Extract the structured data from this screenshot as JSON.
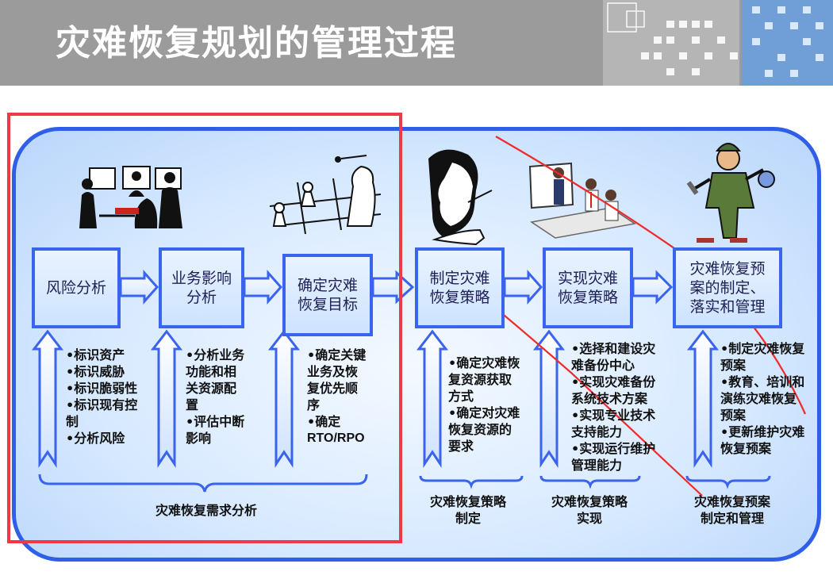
{
  "title": "灾难恢复规划的管理过程",
  "steps": [
    {
      "label": "风险分析"
    },
    {
      "label": "业务影响\n分析"
    },
    {
      "label": "确定灾难\n恢复目标"
    },
    {
      "label": "制定灾难\n恢复策略"
    },
    {
      "label": "实现灾难\n恢复策略"
    },
    {
      "label": "灾难恢复预\n案的制定、\n落实和管理"
    }
  ],
  "bullets": [
    {
      "items": [
        "•标识资产",
        "•标识威胁",
        "•标识脆弱性",
        "•标识现有控",
        "制",
        "•分析风险"
      ]
    },
    {
      "items": [
        "•分析业务",
        "功能和相",
        "关资源配",
        "置",
        "•评估中断",
        "影响"
      ]
    },
    {
      "items": [
        "•确定关键",
        "业务及恢",
        "复优先顺",
        "序",
        "•确定",
        "RTO/RPO"
      ]
    },
    {
      "items": [
        "•确定灾难恢",
        "复资源获取",
        "方式",
        "•确定对灾难",
        "恢复资源的",
        "要求"
      ]
    },
    {
      "items": [
        "•选择和建设灾",
        "难备份中心",
        "•实现灾难备份",
        "系统技术方案",
        "•实现专业技术",
        "支持能力",
        "•实现运行维护",
        "管理能力"
      ]
    },
    {
      "items": [
        "•制定灾难恢复",
        "预案",
        "•教育、培训和",
        "演练灾难恢复",
        "预案",
        "•更新维护灾难",
        "恢复预案"
      ]
    }
  ],
  "groups": [
    {
      "label": "灾难恢复需求分析"
    },
    {
      "label": "灾难恢复策略\n制定"
    },
    {
      "label": "灾难恢复策略\n实现"
    },
    {
      "label": "灾难恢复预案\n制定和管理"
    }
  ],
  "colors": {
    "accent": "#3a63ee",
    "highlight": "#ee3a44",
    "titlebar": "#9b9b9b"
  },
  "illustrations": [
    "meeting-silhouette-icon",
    "chess-pieces-icon",
    "thinking-man-icon",
    "business-meeting-icon",
    "mechanic-icon"
  ]
}
